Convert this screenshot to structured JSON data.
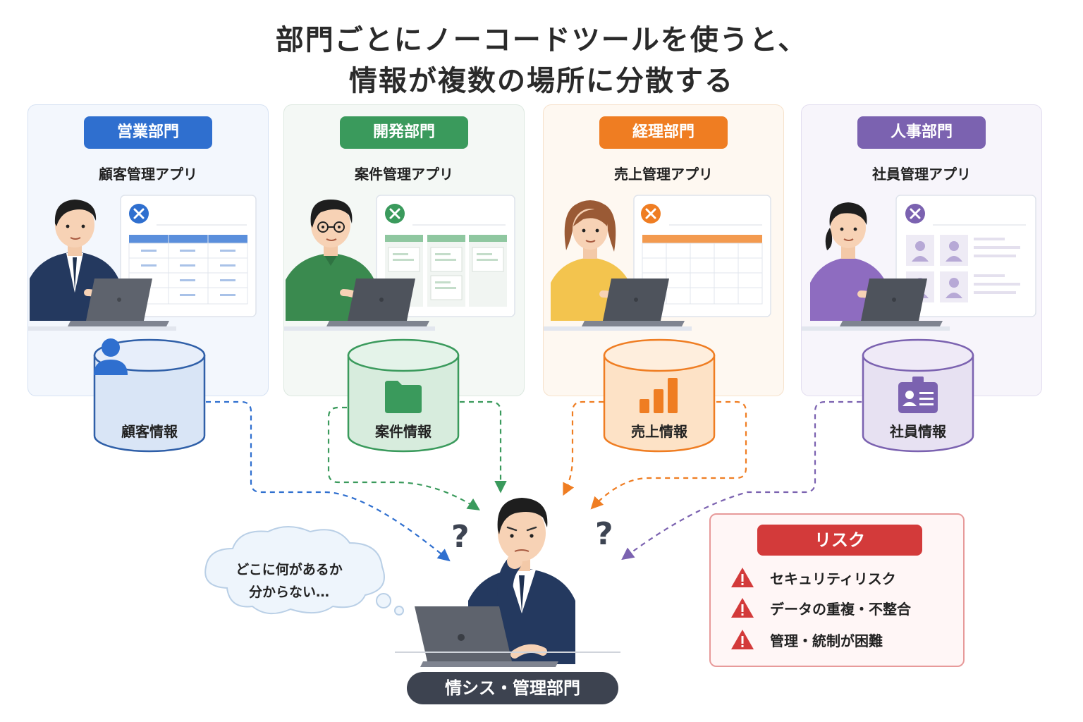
{
  "title": {
    "line1": "部門ごとにノーコードツールを使うと、",
    "line2": "情報が複数の場所に分散する"
  },
  "departments": [
    {
      "label": "営業部門",
      "app": "顧客管理アプリ",
      "db_label": "顧客情報",
      "db_icon": "person-icon",
      "color": "#2f6fcf",
      "bg": "#f3f7fd",
      "border": "#d6e2f3"
    },
    {
      "label": "開発部門",
      "app": "案件管理アプリ",
      "db_label": "案件情報",
      "db_icon": "folder-icon",
      "color": "#3a9a5c",
      "bg": "#f4f8f5",
      "border": "#dde8e0"
    },
    {
      "label": "経理部門",
      "app": "売上管理アプリ",
      "db_label": "売上情報",
      "db_icon": "bar-chart-icon",
      "color": "#ef7d22",
      "bg": "#fef8f1",
      "border": "#f6e2cc"
    },
    {
      "label": "人事部門",
      "app": "社員管理アプリ",
      "db_label": "社員情報",
      "db_icon": "id-card-icon",
      "color": "#7b62b0",
      "bg": "#f7f5fb",
      "border": "#e3def0"
    }
  ],
  "admin": {
    "label": "情シス・管理部門",
    "thought_line1": "どこに何があるか",
    "thought_line2": "分からない…",
    "question_mark": "?"
  },
  "risk": {
    "title": "リスク",
    "items": [
      "セキュリティリスク",
      "データの重複・不整合",
      "管理・統制が困難"
    ],
    "color": "#d33a3a"
  }
}
